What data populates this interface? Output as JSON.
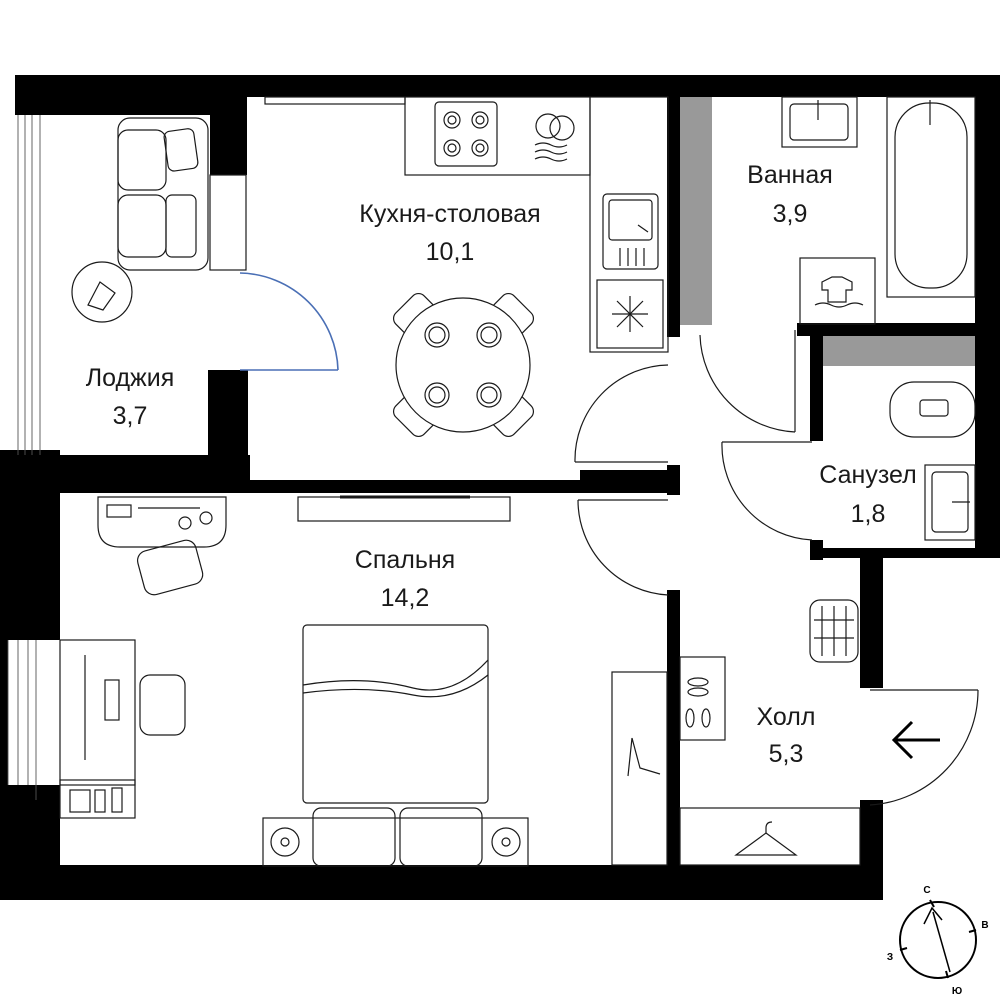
{
  "rooms": {
    "loggia": {
      "name": "Лоджия",
      "area": "3,7"
    },
    "kitchen": {
      "name": "Кухня-столовая",
      "area": "10,1"
    },
    "bathroom": {
      "name": "Ванная",
      "area": "3,9"
    },
    "wc": {
      "name": "Санузел",
      "area": "1,8"
    },
    "bedroom": {
      "name": "Спальня",
      "area": "14,2"
    },
    "hall": {
      "name": "Холл",
      "area": "5,3"
    }
  },
  "compass": {
    "north": "С",
    "east": "В",
    "south": "Ю",
    "west": "З"
  },
  "entrance_icon": "arrow-left-icon",
  "colors": {
    "wall": "#000000",
    "door_highlight": "#4a6fb5",
    "shaft": "#999999"
  }
}
